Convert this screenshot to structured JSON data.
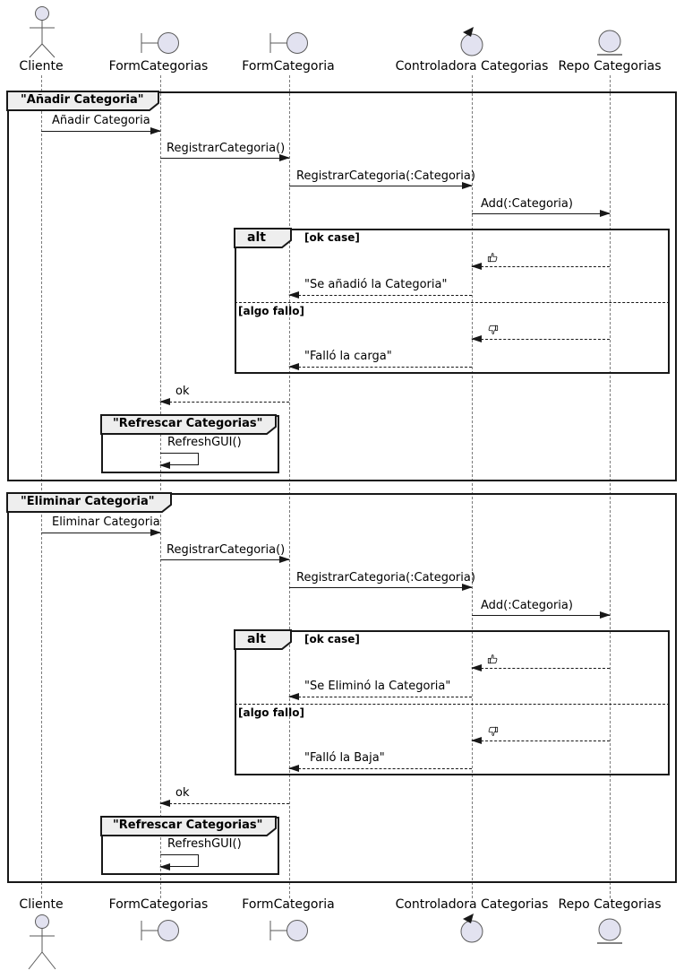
{
  "diagram_type": "uml-sequence-diagram",
  "participants": {
    "cliente": "Cliente",
    "form_categorias": "FormCategorias",
    "form_categoria": "FormCategoria",
    "controladora": "Controladora Categorias",
    "repo": "Repo Categorias"
  },
  "frame_add": {
    "title": "\"Añadir Categoria\"",
    "msg_action": "Añadir Categoria",
    "msg_registrar": "RegistrarCategoria()",
    "msg_registrar_param": "RegistrarCategoria(:Categoria)",
    "msg_add": "Add(:Categoria)",
    "alt_operator": "alt",
    "guard_ok": "[ok case]",
    "msg_ok_reply": "\"Se añadió la Categoria\"",
    "guard_fail": "[algo fallo]",
    "msg_fail_reply": "\"Falló la carga\"",
    "msg_return": "ok",
    "inner_frame_title": "\"Refrescar Categorias\"",
    "msg_refresh": "RefreshGUI()"
  },
  "frame_delete": {
    "title": "\"Eliminar Categoria\"",
    "msg_action": "Eliminar Categoria",
    "msg_registrar": "RegistrarCategoria()",
    "msg_registrar_param": "RegistrarCategoria(:Categoria)",
    "msg_add": "Add(:Categoria)",
    "alt_operator": "alt",
    "guard_ok": "[ok case]",
    "msg_ok_reply": "\"Se Eliminó la Categoria\"",
    "guard_fail": "[algo fallo]",
    "msg_fail_reply": "\"Falló la Baja\"",
    "msg_return": "ok",
    "inner_frame_title": "\"Refrescar Categorias\"",
    "msg_refresh": "RefreshGUI()"
  },
  "icons": {
    "cliente": "actor-icon",
    "form_categorias": "boundary-icon",
    "form_categoria": "boundary-icon",
    "controladora": "control-icon",
    "repo": "entity-icon",
    "ok_result": "thumbs-up-icon",
    "fail_result": "thumbs-down-icon"
  },
  "colors": {
    "participant_fill": "#E2E2F0",
    "participant_border": "#5a5a5a",
    "frame_header_fill": "#EEEEEE",
    "line": "#181818",
    "lifeline": "#7b7b7b"
  }
}
